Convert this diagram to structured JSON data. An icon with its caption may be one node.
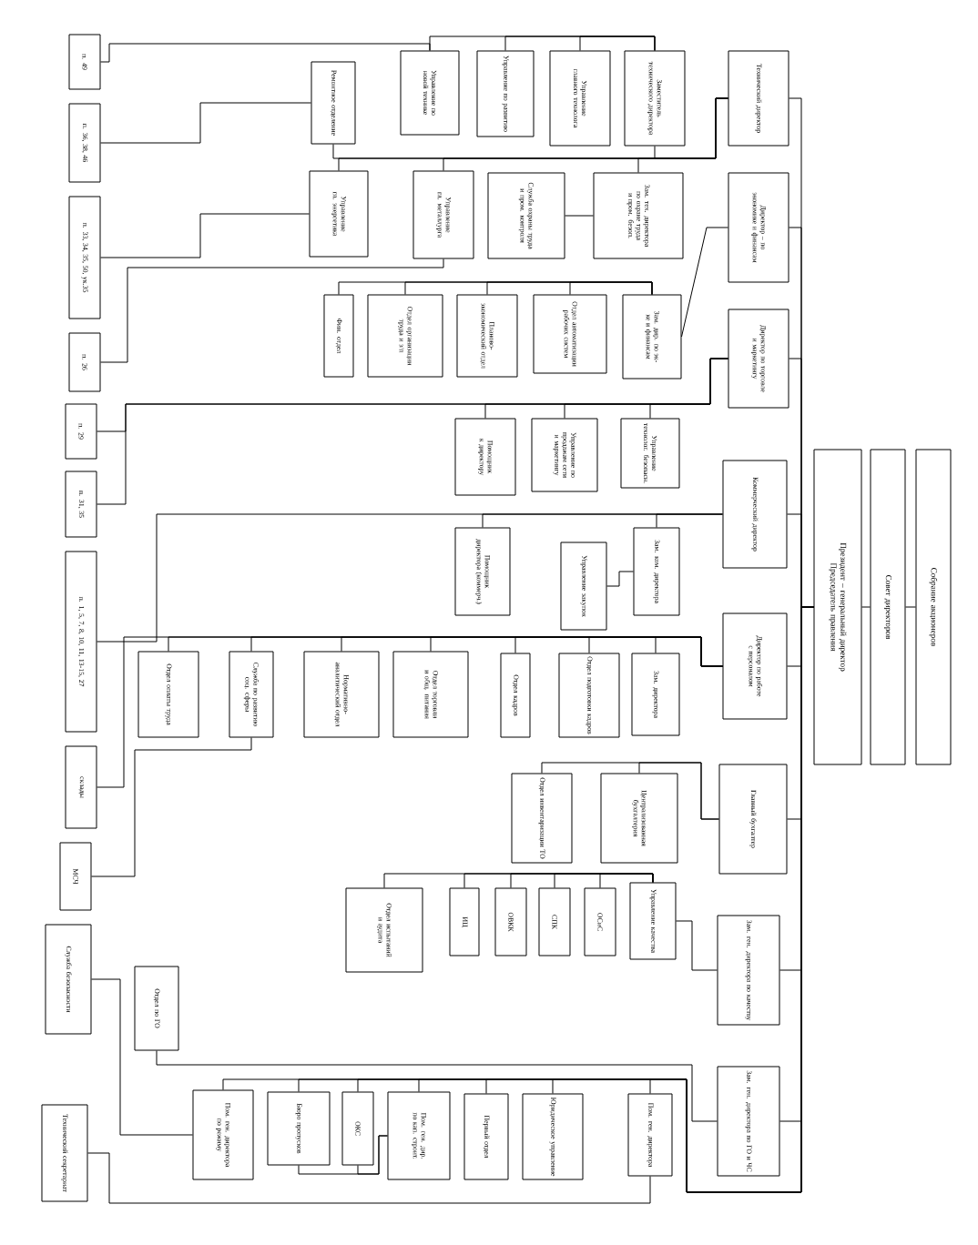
{
  "diagram": {
    "nodes": [
      {
        "text": [
          "Собрание акционеров"
        ]
      },
      {
        "text": [
          "Совет директоров"
        ]
      },
      {
        "text": [
          "Президент – генеральный директор",
          "Председатель правления"
        ]
      },
      {
        "text": [
          "Технический директор"
        ]
      },
      {
        "text": [
          "Директор – по экономике и финансам"
        ]
      },
      {
        "text": [
          "Директор по торговле и маркетингу"
        ]
      },
      {
        "text": [
          "Коммерческий директор"
        ]
      },
      {
        "text": [
          "Директор по работе с персоналом"
        ]
      },
      {
        "text": [
          "Главный бухгалтер"
        ]
      },
      {
        "text": [
          "Зам. ген. директора по качеству"
        ]
      },
      {
        "text": [
          "Зам. ген. директора по ГО и ЧС"
        ]
      },
      {
        "text": [
          "Заместитель технического директора"
        ]
      },
      {
        "text": [
          "Управление главного технолога"
        ]
      },
      {
        "text": [
          "Управление по развитию"
        ]
      },
      {
        "text": [
          "Управление по новой технике"
        ]
      },
      {
        "text": [
          "Зам. тех. директора по охране труда и пром. безоп."
        ]
      },
      {
        "text": [
          "Служба охраны труда и пром. контроля"
        ]
      },
      {
        "text": [
          "Управление гл. металлурга"
        ]
      },
      {
        "text": [
          "Ремонтное отделение"
        ]
      },
      {
        "text": [
          "Управление гл. энергетика"
        ]
      },
      {
        "text": [
          "Зам. дир. по эк-ке и финансам"
        ]
      },
      {
        "text": [
          "Отдел автоматизации рабочих систем"
        ]
      },
      {
        "text": [
          "Планово-экономический отдел"
        ]
      },
      {
        "text": [
          "Отдел организации труда и з/п"
        ]
      },
      {
        "text": [
          "Фин. отдел"
        ]
      },
      {
        "text": [
          "Управление технолог. безопасн."
        ]
      },
      {
        "text": [
          "Управление по продажам сети и маркетингу"
        ]
      },
      {
        "text": [
          "Помощник к директору"
        ]
      },
      {
        "text": [
          "Зам. ком. директора"
        ]
      },
      {
        "text": [
          "Управление закупок"
        ]
      },
      {
        "text": [
          "Помощник директора (коммерч.)"
        ]
      },
      {
        "text": [
          "Зам. директора"
        ]
      },
      {
        "text": [
          "Отдел подготовки кадров"
        ]
      },
      {
        "text": [
          "Отдел кадров"
        ]
      },
      {
        "text": [
          "Отдел торговли и общ. питания"
        ]
      },
      {
        "text": [
          "Нормативно-аналитический отдел"
        ]
      },
      {
        "text": [
          "Служба по развитию соц. сферы"
        ]
      },
      {
        "text": [
          "Отдел оплаты труда"
        ]
      },
      {
        "text": [
          "Централизованная бухгалтерия"
        ]
      },
      {
        "text": [
          "Отдел инвентаризации ТО"
        ]
      },
      {
        "text": [
          "Управление качества"
        ]
      },
      {
        "text": [
          "ОСиС"
        ]
      },
      {
        "text": [
          "СПК"
        ]
      },
      {
        "text": [
          "ОВКК"
        ]
      },
      {
        "text": [
          "ИЦ"
        ]
      },
      {
        "text": [
          "Отдел испытаний и аудита"
        ]
      },
      {
        "text": [
          "Отдел по ГО"
        ]
      },
      {
        "text": [
          "Пом. ген. директора"
        ]
      },
      {
        "text": [
          "Юридическое управление"
        ]
      },
      {
        "text": [
          "Первый отдел"
        ]
      },
      {
        "text": [
          "Пом. ген. дир. по кап. строит."
        ]
      },
      {
        "text": [
          "ОКС"
        ]
      },
      {
        "text": [
          "Бюро пропусков"
        ]
      },
      {
        "text": [
          "Пом. ген. директора по режиму"
        ]
      },
      {
        "text": [
          "п. 49"
        ]
      },
      {
        "text": [
          "п. 36, 38, 46"
        ]
      },
      {
        "text": [
          "п. 33, 34, 35, 50, ук.35"
        ]
      },
      {
        "text": [
          "п. 26"
        ]
      },
      {
        "text": [
          "п. 29"
        ]
      },
      {
        "text": [
          "п. 31, 35"
        ]
      },
      {
        "text": [
          "п. 1, 5, 7, 8, 10, 11, 13-15, 27"
        ]
      },
      {
        "text": [
          "склады"
        ]
      },
      {
        "text": [
          "МСЧ"
        ]
      },
      {
        "text": [
          "Служба безопасности"
        ]
      },
      {
        "text": [
          "Технический секретариат"
        ]
      }
    ],
    "edges": [
      {
        "from": 0,
        "to": 1,
        "arrow": "none"
      },
      {
        "from": 1,
        "to": 2,
        "arrow": "none"
      },
      {
        "from": 2,
        "to": 3,
        "arrow": "none"
      },
      {
        "from": 2,
        "to": 4,
        "arrow": "none"
      },
      {
        "from": 2,
        "to": 5,
        "arrow": "none"
      },
      {
        "from": 2,
        "to": 6,
        "arrow": "none"
      },
      {
        "from": 2,
        "to": 7,
        "arrow": "none"
      },
      {
        "from": 2,
        "to": 8,
        "arrow": "none"
      },
      {
        "from": 2,
        "to": 9,
        "arrow": "none"
      },
      {
        "from": 2,
        "to": 10,
        "arrow": "none"
      },
      {
        "from": 3,
        "to": 11,
        "arrow": "none"
      },
      {
        "from": 3,
        "to": 15,
        "arrow": "none"
      },
      {
        "from": 3,
        "to": 17,
        "arrow": "none"
      },
      {
        "from": 3,
        "to": 18,
        "arrow": "none"
      },
      {
        "from": 3,
        "to": 19,
        "arrow": "none"
      },
      {
        "from": 11,
        "to": 12,
        "arrow": "none"
      },
      {
        "from": 11,
        "to": 13,
        "arrow": "none"
      },
      {
        "from": 11,
        "to": 14,
        "arrow": "none"
      },
      {
        "from": 15,
        "to": 16,
        "arrow": "none"
      },
      {
        "from": 4,
        "to": 20,
        "arrow": "none"
      },
      {
        "from": 20,
        "to": 21,
        "arrow": "none"
      },
      {
        "from": 20,
        "to": 22,
        "arrow": "none"
      },
      {
        "from": 20,
        "to": 23,
        "arrow": "none"
      },
      {
        "from": 20,
        "to": 24,
        "arrow": "none"
      },
      {
        "from": 5,
        "to": 25,
        "arrow": "none"
      },
      {
        "from": 5,
        "to": 26,
        "arrow": "none"
      },
      {
        "from": 5,
        "to": 27,
        "arrow": "none"
      },
      {
        "from": 6,
        "to": 28,
        "arrow": "none"
      },
      {
        "from": 6,
        "to": 30,
        "arrow": "none"
      },
      {
        "from": 28,
        "to": 29,
        "arrow": "none"
      },
      {
        "from": 7,
        "to": 31,
        "arrow": "none"
      },
      {
        "from": 7,
        "to": 32,
        "arrow": "none"
      },
      {
        "from": 7,
        "to": 33,
        "arrow": "none"
      },
      {
        "from": 7,
        "to": 34,
        "arrow": "none"
      },
      {
        "from": 7,
        "to": 35,
        "arrow": "none"
      },
      {
        "from": 7,
        "to": 36,
        "arrow": "none"
      },
      {
        "from": 7,
        "to": 37,
        "arrow": "none"
      },
      {
        "from": 8,
        "to": 38,
        "arrow": "none"
      },
      {
        "from": 8,
        "to": 39,
        "arrow": "none"
      },
      {
        "from": 9,
        "to": 40,
        "arrow": "none"
      },
      {
        "from": 40,
        "to": 41,
        "arrow": "none"
      },
      {
        "from": 40,
        "to": 42,
        "arrow": "none"
      },
      {
        "from": 40,
        "to": 43,
        "arrow": "none"
      },
      {
        "from": 40,
        "to": 44,
        "arrow": "none"
      },
      {
        "from": 40,
        "to": 45,
        "arrow": "none"
      },
      {
        "from": 10,
        "to": 46,
        "arrow": "none"
      },
      {
        "from": 2,
        "to": 47,
        "arrow": "none"
      },
      {
        "from": 2,
        "to": 48,
        "arrow": "none"
      },
      {
        "from": 2,
        "to": 49,
        "arrow": "none"
      },
      {
        "from": 2,
        "to": 50,
        "arrow": "none"
      },
      {
        "from": 2,
        "to": 51,
        "arrow": "none"
      },
      {
        "from": 2,
        "to": 52,
        "arrow": "none"
      },
      {
        "from": 2,
        "to": 53,
        "arrow": "none"
      },
      {
        "from": 50,
        "to": 51,
        "arrow": "none"
      },
      {
        "from": 50,
        "to": 52,
        "arrow": "none"
      },
      {
        "from": 54,
        "to": 14,
        "arrow": "none"
      },
      {
        "from": 55,
        "to": 18,
        "arrow": "none"
      },
      {
        "from": 56,
        "to": 19,
        "arrow": "none"
      },
      {
        "from": 57,
        "to": 17,
        "arrow": "none"
      },
      {
        "from": 58,
        "to": 5,
        "arrow": "none"
      },
      {
        "from": 59,
        "to": 5,
        "arrow": "none"
      },
      {
        "from": 60,
        "to": 6,
        "arrow": "none"
      },
      {
        "from": 61,
        "to": 7,
        "arrow": "none"
      },
      {
        "from": 62,
        "to": 36,
        "arrow": "none"
      },
      {
        "from": 63,
        "to": 53,
        "arrow": "none"
      },
      {
        "from": 64,
        "to": 47,
        "arrow": "none"
      }
    ]
  }
}
